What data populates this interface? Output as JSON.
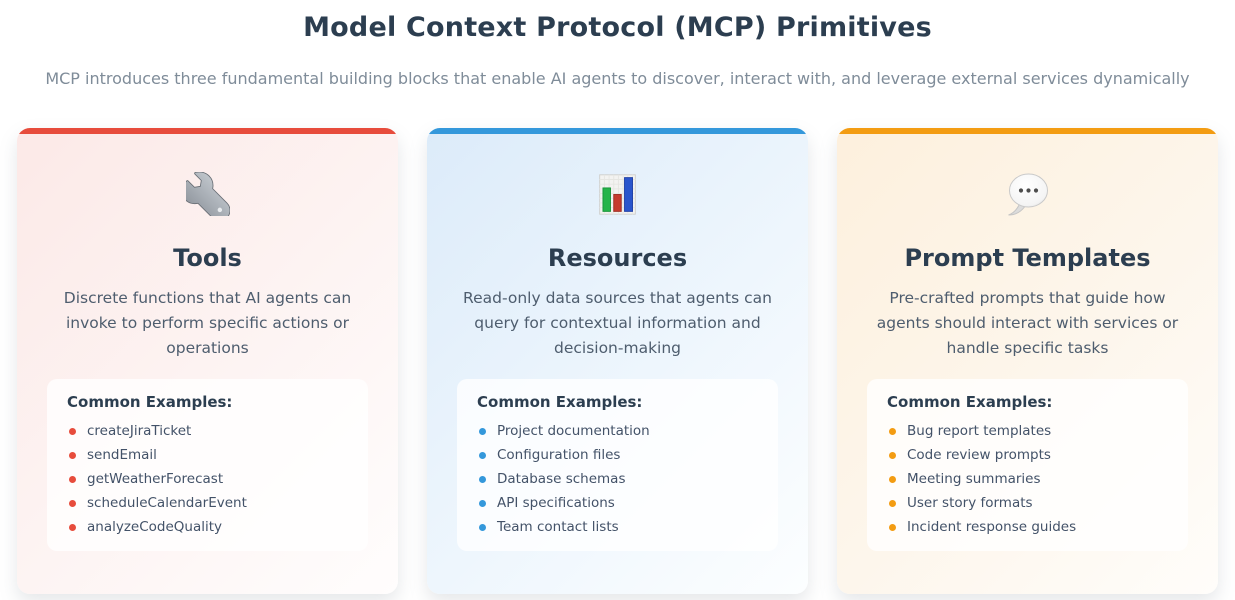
{
  "page": {
    "title": "Model Context Protocol (MCP) Primitives",
    "subtitle": "MCP introduces three fundamental building blocks that enable AI agents to discover, interact with, and leverage external services dynamically"
  },
  "cards": [
    {
      "id": "tools",
      "icon": "wrench-icon",
      "accent_color": "#e74c3c",
      "title": "Tools",
      "description": "Discrete functions that AI agents can invoke to perform specific actions or operations",
      "examples_heading": "Common Examples:",
      "examples": [
        "createJiraTicket",
        "sendEmail",
        "getWeatherForecast",
        "scheduleCalendarEvent",
        "analyzeCodeQuality"
      ]
    },
    {
      "id": "resources",
      "icon": "bar-chart-icon",
      "accent_color": "#3498db",
      "title": "Resources",
      "description": "Read-only data sources that agents can query for contextual information and decision-making",
      "examples_heading": "Common Examples:",
      "examples": [
        "Project documentation",
        "Configuration files",
        "Database schemas",
        "API specifications",
        "Team contact lists"
      ]
    },
    {
      "id": "prompt-templates",
      "icon": "speech-balloon-icon",
      "accent_color": "#f39c12",
      "title": "Prompt Templates",
      "description": "Pre-crafted prompts that guide how agents should interact with services or handle specific tasks",
      "examples_heading": "Common Examples:",
      "examples": [
        "Bug report templates",
        "Code review prompts",
        "Meeting summaries",
        "User story formats",
        "Incident response guides"
      ]
    }
  ]
}
